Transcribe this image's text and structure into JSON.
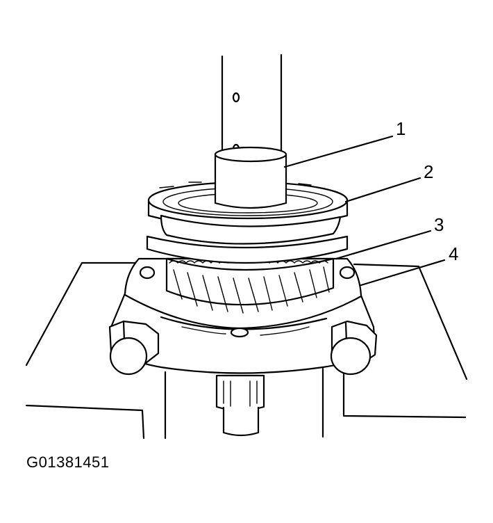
{
  "callouts": [
    {
      "label": "1"
    },
    {
      "label": "2"
    },
    {
      "label": "3"
    },
    {
      "label": "4"
    }
  ],
  "figure_id": "G01381451"
}
